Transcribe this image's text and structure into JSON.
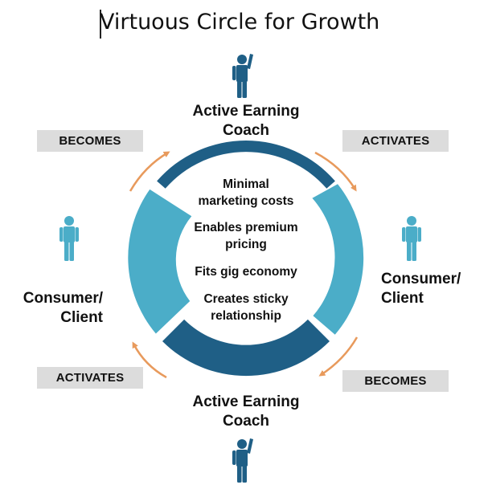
{
  "title": "Virtuous Circle for Growth",
  "roles": {
    "top": [
      "Active Earning",
      "Coach"
    ],
    "bottom": [
      "Active Earning",
      "Coach"
    ],
    "left": [
      "Consumer/",
      "Client"
    ],
    "right": [
      "Consumer/",
      "Client"
    ]
  },
  "tags": {
    "top_left": "BECOMES",
    "top_right": "ACTIVATES",
    "bottom_left": "ACTIVATES",
    "bottom_right": "BECOMES"
  },
  "benefits": [
    [
      "Minimal",
      "marketing costs"
    ],
    [
      "Enables premium",
      "pricing"
    ],
    [
      "Fits gig economy"
    ],
    [
      "Creates sticky",
      "relationship"
    ]
  ],
  "icons": {
    "coach": "person-arm-raised-icon",
    "client": "person-standing-icon"
  },
  "colors": {
    "dark_blue": "#1f5f86",
    "light_blue": "#4badc8",
    "arrow_orange": "#e89a5c",
    "tag_grey": "#dcdcdc"
  }
}
